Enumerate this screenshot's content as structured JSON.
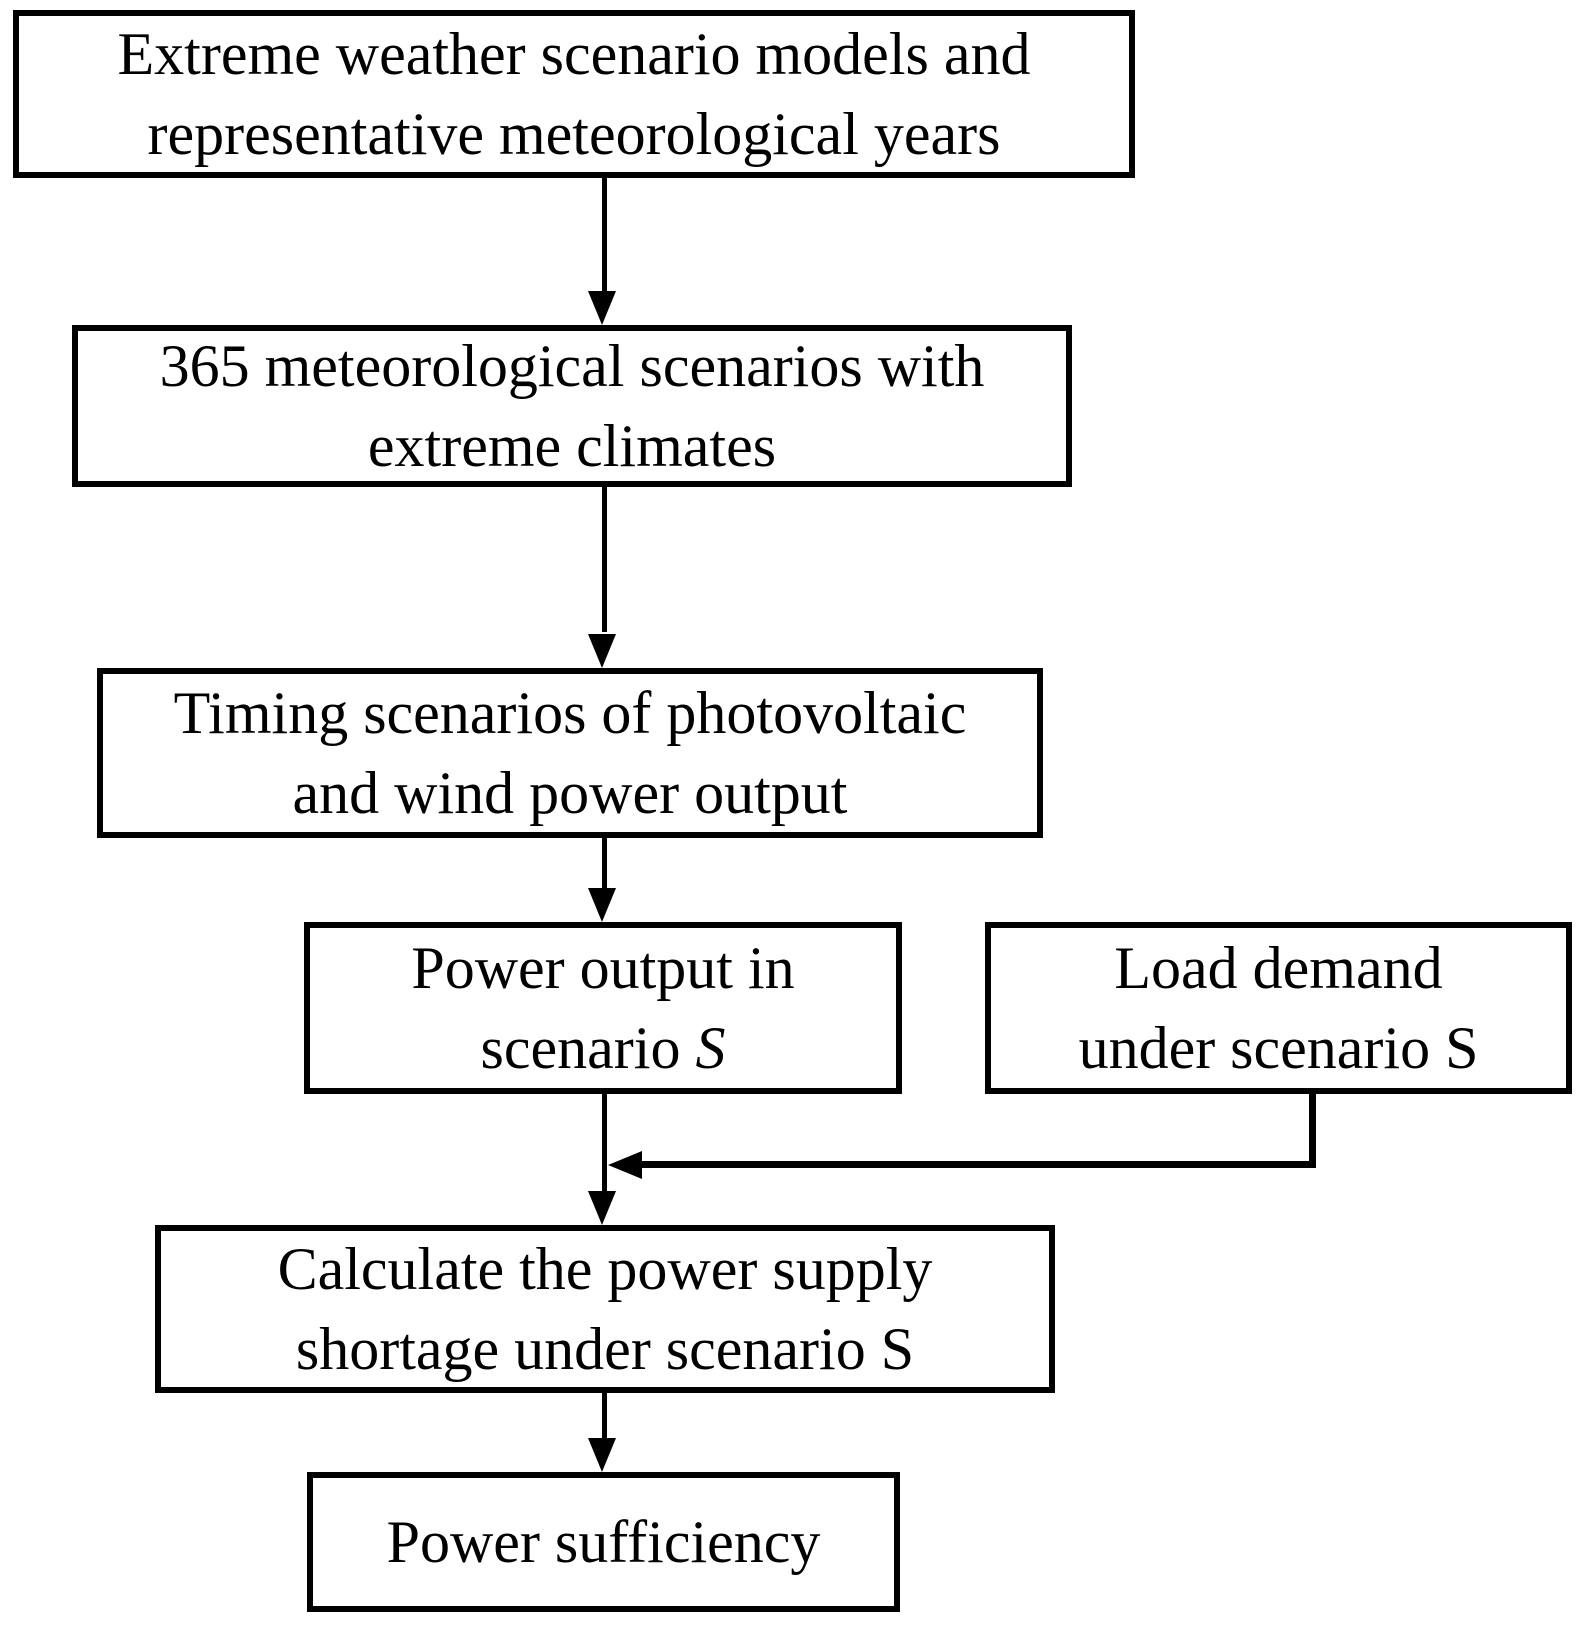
{
  "figure": {
    "type": "flowchart",
    "background_color": "#ffffff",
    "line_color": "#000000",
    "box_fill": "#ffffff"
  },
  "nodes": {
    "extreme_weather": {
      "line1": "Extreme weather scenario models and",
      "line2": "representative meteorological years"
    },
    "scenarios_365": {
      "line1": "365 meteorological scenarios with",
      "line2": "extreme climates"
    },
    "timing_scenarios": {
      "line1": "Timing scenarios of photovoltaic",
      "line2": "and wind power output"
    },
    "power_output": {
      "line1": "Power output in",
      "line2_prefix": "scenario ",
      "line2_var": "S"
    },
    "load_demand": {
      "line1": "Load demand",
      "line2": "under scenario S"
    },
    "calc_shortage": {
      "line1": "Calculate the power supply",
      "line2": "shortage under scenario S"
    },
    "power_sufficiency": {
      "line1": "Power sufficiency"
    }
  },
  "edges": [
    {
      "from": "extreme_weather",
      "to": "scenarios_365",
      "style": "straight-down-arrow"
    },
    {
      "from": "scenarios_365",
      "to": "timing_scenarios",
      "style": "straight-down-arrow"
    },
    {
      "from": "timing_scenarios",
      "to": "power_output",
      "style": "straight-down-arrow"
    },
    {
      "from": "power_output",
      "to": "calc_shortage",
      "style": "straight-down-arrow"
    },
    {
      "from": "load_demand",
      "to": "power_output_to_calc_shortage_line",
      "style": "elbow-left-arrow"
    },
    {
      "from": "calc_shortage",
      "to": "power_sufficiency",
      "style": "straight-down-arrow"
    }
  ]
}
